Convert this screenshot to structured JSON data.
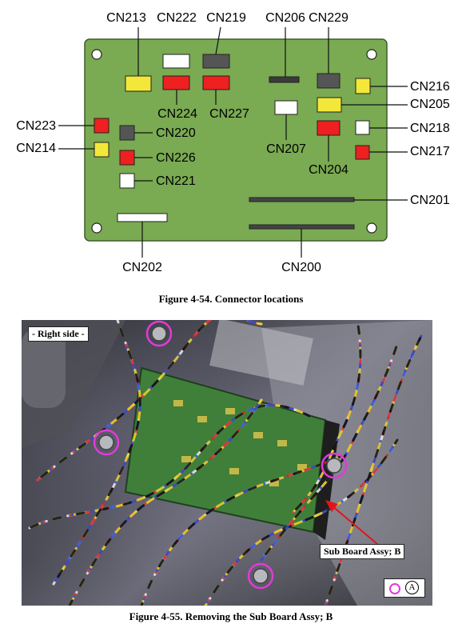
{
  "figure1": {
    "caption": "Figure 4-54.  Connector locations",
    "board_color": "#7aaa52",
    "connectors": [
      {
        "label": "CN213",
        "color": "#f3e83a"
      },
      {
        "label": "CN222",
        "color": "#ffffff"
      },
      {
        "label": "CN219",
        "color": "#555555"
      },
      {
        "label": "CN206",
        "color": "#3a3a3a"
      },
      {
        "label": "CN229",
        "color": "#555555"
      },
      {
        "label": "CN216",
        "color": "#f3e83a"
      },
      {
        "label": "CN205",
        "color": "#f3e83a"
      },
      {
        "label": "CN224",
        "color": "#ee2020"
      },
      {
        "label": "CN227",
        "color": "#ee2020"
      },
      {
        "label": "CN223",
        "color": "#ee2020"
      },
      {
        "label": "CN220",
        "color": "#555555"
      },
      {
        "label": "CN207",
        "color": "#ffffff"
      },
      {
        "label": "CN218",
        "color": "#ffffff"
      },
      {
        "label": "CN214",
        "color": "#f3e83a"
      },
      {
        "label": "CN226",
        "color": "#ee2020"
      },
      {
        "label": "CN204",
        "color": "#ee2020"
      },
      {
        "label": "CN217",
        "color": "#ee2020"
      },
      {
        "label": "CN221",
        "color": "#ffffff"
      },
      {
        "label": "CN201",
        "color": "#444444"
      },
      {
        "label": "CN202",
        "color": "#ffffff"
      },
      {
        "label": "CN200",
        "color": "#444444"
      }
    ]
  },
  "figure2": {
    "caption": "Figure 4-55.  Removing the Sub Board Assy; B",
    "side_label": "- Right side -",
    "callout_label": "Sub Board Assy; B",
    "legend_letter": "A",
    "screw_marker_color": "#e23ad8",
    "arrow_color": "#e0161c"
  }
}
